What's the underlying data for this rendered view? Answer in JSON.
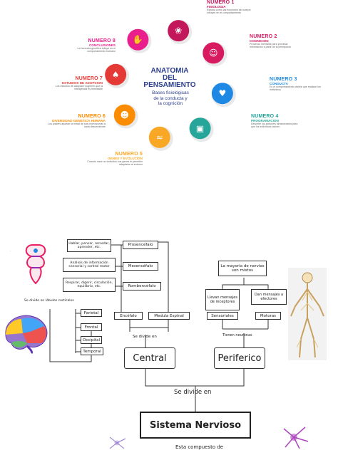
{
  "infographic": {
    "center": {
      "title_line1": "ANATOMIA",
      "title_line2": "DEL",
      "title_line3": "PENSAMIENTO",
      "subtitle": "Bases fisiológicas de la conducta y la cognición"
    },
    "items": [
      {
        "number": "NUMERO 1",
        "subtitle": "FISIOLOGIA",
        "color": "#c2185b",
        "icon": "brain-icon",
        "desc": "Estudia cómo las funciones del cuerpo influyen en el comportamiento"
      },
      {
        "number": "NUMERO 2",
        "subtitle": "COGNICION",
        "color": "#d81b60",
        "icon": "head-brain-icon",
        "desc": "Procesos mentales para procesar información a partir de la percepción"
      },
      {
        "number": "NUMERO 3",
        "subtitle": "CONDUCTA",
        "color": "#1e88e5",
        "icon": "hand-heart-icon",
        "desc": "Es el comportamiento visible que realizan los individuos"
      },
      {
        "number": "NUMERO 4",
        "subtitle": "PROGRAMACION",
        "color": "#26a69a",
        "icon": "monitor-icon",
        "desc": "Describe los patrones almacenados para que los individuos actúen"
      },
      {
        "number": "NUMERO 5",
        "subtitle": "GENES Y EVOLUCION",
        "color": "#f9a825",
        "icon": "dna-icon",
        "desc": "Cuando nace un individuo sus genes le permiten adaptarse al entorno"
      },
      {
        "number": "NUMERO 6",
        "subtitle": "DIVERSIDAD GENETICA HUMANA",
        "color": "#fb8c00",
        "icon": "people-icon",
        "desc": "Los padres aportan la mitad de sus cromosomas a cada descendiente"
      },
      {
        "number": "NUMERO 7",
        "subtitle": "ESTUDIOS DE ADOPCION",
        "color": "#e53935",
        "icon": "family-icon",
        "desc": "Los estudios de adopción sugieren que la inteligencia es heredable"
      },
      {
        "number": "NUMERO 8",
        "subtitle": "CONCLUSIONES",
        "color": "#e91e8c",
        "icon": "handshake-icon",
        "desc": "La herencia genética influye en el comportamiento humano"
      }
    ]
  },
  "map": {
    "root": "Sistema Nervioso",
    "root_caption": "Esta compuesto de",
    "divides": "Se divide en",
    "central": "Central",
    "periferico": "Periferico",
    "central_divides": "Se divide en",
    "encefalo": "Encéfalo",
    "medula": "Medula Espinal",
    "prosencefalo": "Prosencéfalo",
    "mesencefalo": "Mesencéfalo",
    "rombencefalo": "Rombencéfalo",
    "pros_desc": "Hablar, pensar, recordar, aprender, etc.",
    "mes_desc": "Análisis de información sensorial y control motor",
    "romb_desc": "Respirar, digerir, circulación, equilibrio, etc.",
    "lobes_caption": "Se divide en lóbulos corticales",
    "lobes": [
      "Parietal",
      "Frontal",
      "Occipital",
      "Temporal"
    ],
    "nervios_head": "La mayoria de nervios son mixtos",
    "nervios_sub": "Tienen neuronas",
    "sensoriales_desc": "Llevan mensajes de receptores",
    "motoras_desc": "Dan mensajes a efectores",
    "sensoriales": "Sensoriales",
    "motoras": "Motoras"
  }
}
